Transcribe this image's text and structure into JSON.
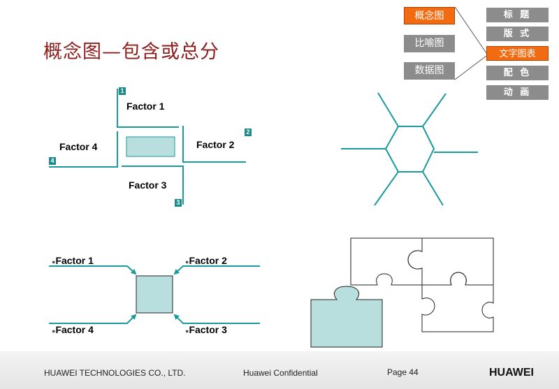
{
  "title": "概念图—包含或总分",
  "nav": {
    "items": [
      {
        "label": "概念图",
        "active": true
      },
      {
        "label": "比喻图",
        "active": false
      },
      {
        "label": "数据图",
        "active": false
      }
    ],
    "sub_items": [
      {
        "label": "标 题",
        "active": false
      },
      {
        "label": "版 式",
        "active": false
      },
      {
        "label": "文字图表",
        "active": true
      },
      {
        "label": "配 色",
        "active": false
      },
      {
        "label": "动 画",
        "active": false
      }
    ]
  },
  "diagram1": {
    "factors": [
      "Factor 1",
      "Factor 2",
      "Factor 3",
      "Factor 4"
    ],
    "badges": [
      "1",
      "2",
      "3",
      "4"
    ]
  },
  "diagram3": {
    "factors": [
      "Factor 1",
      "Factor 2",
      "Factor 4",
      "Factor 3"
    ]
  },
  "footer": {
    "company": "HUAWEI TECHNOLOGIES CO., LTD.",
    "confidential": "Huawei Confidential",
    "page": "Page 44",
    "logo_text": "HUAWEI"
  },
  "colors": {
    "teal": "#1a9a9a",
    "fill": "#b8dede",
    "accent": "#f26b10",
    "title": "#8b1d1d",
    "nav_gray": "#8c8c8c"
  }
}
